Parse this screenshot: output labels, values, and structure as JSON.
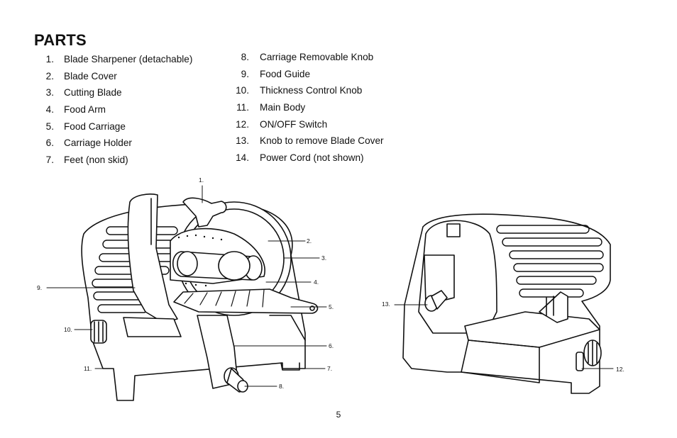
{
  "title": "PARTS",
  "parts_left": [
    {
      "num": "1.",
      "label": "Blade Sharpener (detachable)"
    },
    {
      "num": "2.",
      "label": "Blade Cover"
    },
    {
      "num": "3.",
      "label": "Cutting Blade"
    },
    {
      "num": "4.",
      "label": "Food Arm"
    },
    {
      "num": "5.",
      "label": "Food Carriage"
    },
    {
      "num": "6.",
      "label": "Carriage Holder"
    },
    {
      "num": "7.",
      "label": "Feet (non skid)"
    }
  ],
  "parts_right": [
    {
      "num": "8.",
      "label": "Carriage Removable Knob"
    },
    {
      "num": "9.",
      "label": "Food Guide"
    },
    {
      "num": "10.",
      "label": "Thickness Control Knob"
    },
    {
      "num": "11.",
      "label": "Main Body"
    },
    {
      "num": "12.",
      "label": "ON/OFF Switch"
    },
    {
      "num": "13.",
      "label": "Knob to remove Blade Cover"
    },
    {
      "num": "14.",
      "label": "Power Cord (not shown)"
    }
  ],
  "callouts": {
    "c1": "1.",
    "c2": "2.",
    "c3": "3.",
    "c4": "4.",
    "c5": "5.",
    "c6": "6.",
    "c7": "7.",
    "c8": "8.",
    "c9": "9.",
    "c10": "10.",
    "c11": "11.",
    "c12": "12.",
    "c13": "13."
  },
  "page_number": "5"
}
